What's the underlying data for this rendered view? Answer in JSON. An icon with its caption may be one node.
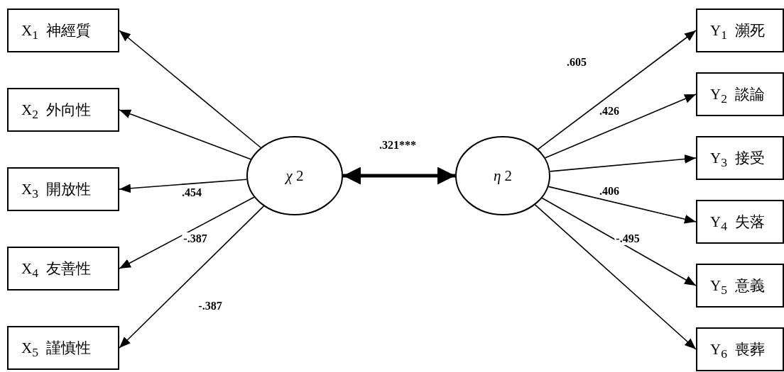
{
  "diagram": {
    "nodes": [
      {
        "text": [
          "X$_{1}$ 神經質"
        ]
      },
      {
        "text": [
          "X$_{2}$ 外向性"
        ]
      },
      {
        "text": [
          "X$_{3}$ 開放性"
        ]
      },
      {
        "text": [
          "X$_{4}$ 友善性"
        ]
      },
      {
        "text": [
          "X$_{5}$ 謹慎性"
        ]
      },
      {
        "text": [
          "*χ* 2"
        ]
      },
      {
        "text": [
          "*η* 2"
        ]
      },
      {
        "text": [
          "Y$_{1}$ 瀕死"
        ]
      },
      {
        "text": [
          "Y$_{2}$ 談論"
        ]
      },
      {
        "text": [
          "Y$_{3}$ 接受"
        ]
      },
      {
        "text": [
          "Y$_{4}$ 失落"
        ]
      },
      {
        "text": [
          "Y$_{5}$ 意義"
        ]
      },
      {
        "text": [
          "Y$_{6}$ 喪葬"
        ]
      }
    ],
    "edges": [
      {
        "from": 5,
        "to": 0,
        "arrow": "to"
      },
      {
        "from": 5,
        "to": 1,
        "arrow": "to"
      },
      {
        "from": 5,
        "to": 2,
        "arrow": "to",
        "label": ".454"
      },
      {
        "from": 5,
        "to": 3,
        "arrow": "to",
        "label": "-.387"
      },
      {
        "from": 5,
        "to": 4,
        "arrow": "to",
        "label": "-.387"
      },
      {
        "from": 5,
        "to": 6,
        "arrow": "both",
        "label": ".321***",
        "style": "thick"
      },
      {
        "from": 6,
        "to": 7,
        "arrow": "to",
        "label": ".605"
      },
      {
        "from": 6,
        "to": 8,
        "arrow": "to",
        "label": ".426"
      },
      {
        "from": 6,
        "to": 9,
        "arrow": "to"
      },
      {
        "from": 6,
        "to": 10,
        "arrow": "to",
        "label": ".406"
      },
      {
        "from": 6,
        "to": 11,
        "arrow": "to",
        "label": "-.495"
      },
      {
        "from": 6,
        "to": 12,
        "arrow": "to"
      }
    ]
  }
}
